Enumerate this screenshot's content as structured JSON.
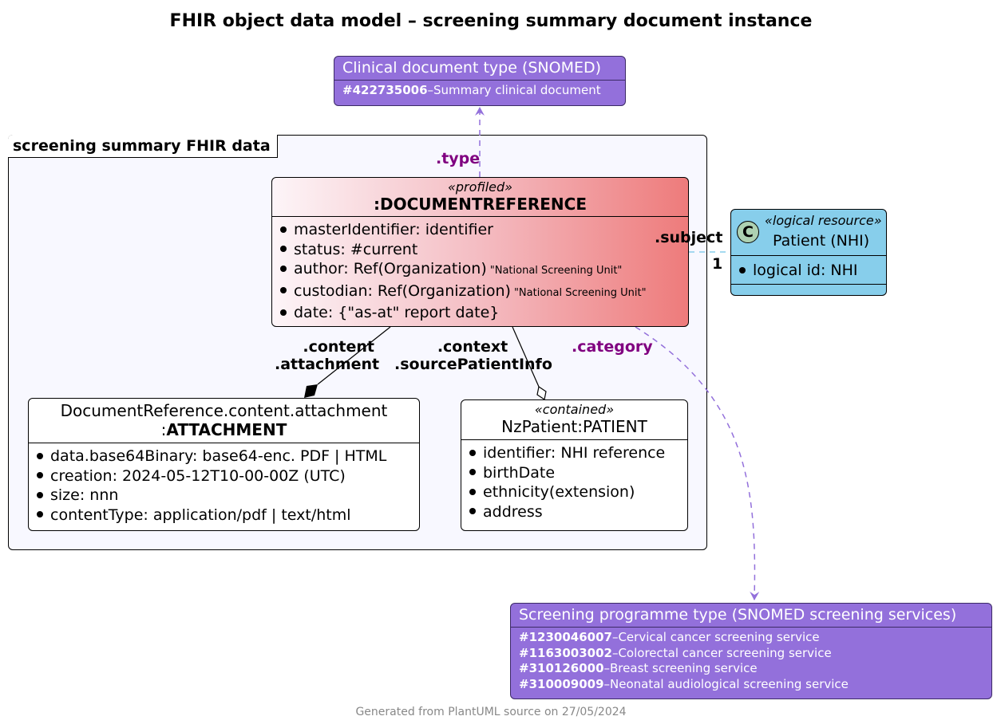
{
  "title": "FHIR object data model – screening summary document instance",
  "footer": "Generated from PlantUML source on 27/05/2024",
  "colors": {
    "valueset": "#9370db",
    "docref_gradient_end": "#ee7b7b",
    "patient": "#87ceeb",
    "edge_label_purple": "#800080",
    "package_bg": "#f8f8ff"
  },
  "clinical_doc_type": {
    "title": "Clinical document type (SNOMED)",
    "rows": [
      {
        "code": "#422735006",
        "text": "–Summary clinical document"
      }
    ]
  },
  "package": {
    "title": "screening summary FHIR data"
  },
  "docref": {
    "stereotype": "«profiled»",
    "name": ":DOCUMENTREFERENCE",
    "attributes": [
      {
        "text": "masterIdentifier: identifier",
        "note": ""
      },
      {
        "text": "status: #current",
        "note": ""
      },
      {
        "text": "author: Ref(Organization)",
        "note": "\"National Screening Unit\""
      },
      {
        "text": "custodian: Ref(Organization)",
        "note": "\"National Screening Unit\""
      },
      {
        "text": "date: {\"as-at\" report date}",
        "note": ""
      }
    ]
  },
  "patient": {
    "icon_letter": "C",
    "stereotype": "«logical resource»",
    "name": "Patient (NHI)",
    "attributes": [
      {
        "text": "logical id: NHI"
      }
    ]
  },
  "attachment": {
    "name_line1": "DocumentReference.content.attachment",
    "name_prefix": ":",
    "name_bold": "ATTACHMENT",
    "attributes": [
      {
        "text": "data.base64Binary: base64-enc. PDF | HTML"
      },
      {
        "text": "creation: 2024-05-12T10-00-00Z (UTC)"
      },
      {
        "text": "size: nnn"
      },
      {
        "text": "contentType: application/pdf | text/html"
      }
    ]
  },
  "nzpatient": {
    "stereotype": "«contained»",
    "name": "NzPatient:PATIENT",
    "attributes": [
      {
        "text": "identifier: NHI reference"
      },
      {
        "text": "birthDate"
      },
      {
        "text": "ethnicity(extension)"
      },
      {
        "text": "address"
      }
    ]
  },
  "edges": {
    "type_label": ".type",
    "subject_label": ".subject",
    "subject_multiplicity": "1",
    "content_label_1": ".content",
    "content_label_2": ".attachment",
    "context_label_1": ".context",
    "context_label_2": ".sourcePatientInfo",
    "category_label": ".category"
  },
  "screening_type": {
    "title": "Screening programme type (SNOMED screening services)",
    "rows": [
      {
        "code": "#1230046007",
        "text": "–Cervical cancer screening service"
      },
      {
        "code": "#1163003002",
        "text": "–Colorectal cancer screening service"
      },
      {
        "code": "#310126000",
        "text": "–Breast screening service"
      },
      {
        "code": "#310009009",
        "text": "–Neonatal audiological screening service"
      }
    ]
  }
}
